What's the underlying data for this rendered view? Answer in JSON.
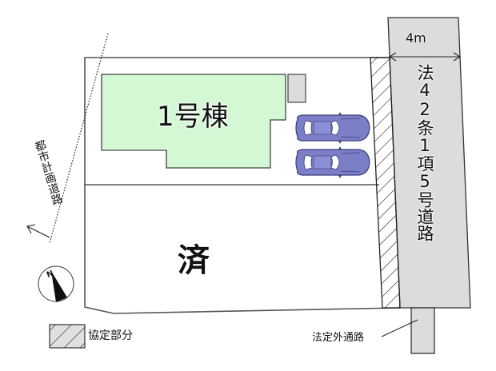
{
  "plan": {
    "building_label": "1号棟",
    "sold_label": "済",
    "road": {
      "width_label": "4m",
      "name": "法42条1項5号道路",
      "color": "#dcdcdc"
    },
    "city_road_label": "都市計画道路",
    "building_color": "#d4f7d4",
    "car_color": "#7b7fc7",
    "compass": {
      "north_label": "N"
    },
    "legend": {
      "hatch_label": "協定部分"
    },
    "passage_label": "法定外通路"
  }
}
